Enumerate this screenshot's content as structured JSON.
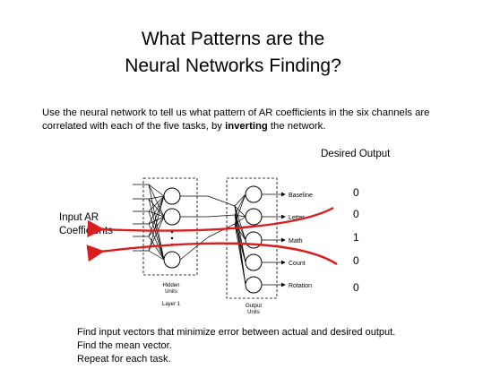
{
  "title_line1": "What Patterns are the",
  "title_line2": "Neural Networks Finding?",
  "intro": {
    "part1": "Use the neural network to tell us what pattern of AR coefficients in the six channels are correlated with each of the five tasks, by ",
    "bold": "inverting",
    "part2": " the network."
  },
  "desired_output_label": "Desired Output",
  "input_label": {
    "line1": "Input AR",
    "line2": "Coefficients"
  },
  "hidden_label": {
    "line1": "Hidden",
    "line2": "Units",
    "layer": "Layer 1"
  },
  "output_label": {
    "line1": "Output",
    "line2": "Units"
  },
  "outputs": [
    {
      "task": "Baseline",
      "desired": "0"
    },
    {
      "task": "Letter",
      "desired": "0"
    },
    {
      "task": "Math",
      "desired": "1"
    },
    {
      "task": "Count",
      "desired": "0"
    },
    {
      "task": "Rotation",
      "desired": "0"
    }
  ],
  "footer": [
    "Find input vectors that minimize error between actual and desired output.",
    "Find the mean vector.",
    "Repeat for each task."
  ],
  "colors": {
    "arrow": "#d81e1e",
    "line": "#000000"
  }
}
